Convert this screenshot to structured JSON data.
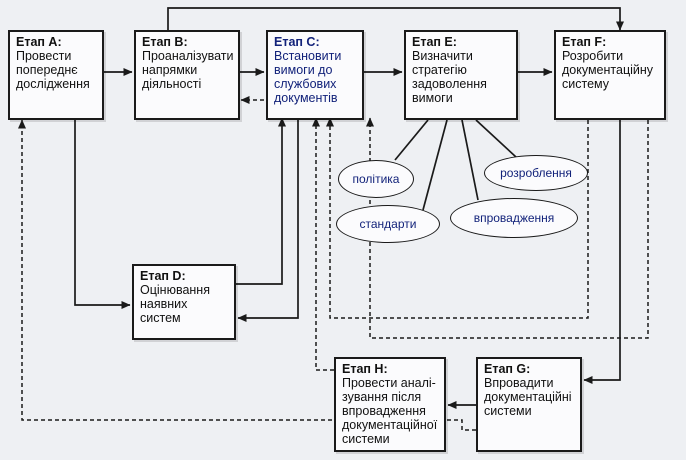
{
  "stages": {
    "a": {
      "title": "Етап А:",
      "desc": "Провести\nпопереднє\nдослідження"
    },
    "b": {
      "title": "Етап В:",
      "desc": "Проаналізувати\nнапрямки\nдіяльності"
    },
    "c": {
      "title": "Етап С:",
      "desc": "Встановити\nвимоги до\nслужбових\nдокументів"
    },
    "d": {
      "title": "Етап D:",
      "desc": "Оцінювання\nнаявних\nсистем"
    },
    "e": {
      "title": "Етап Е:",
      "desc": "Визначити\nстратегію\nзадоволення\nвимоги"
    },
    "f": {
      "title": "Етап F:",
      "desc": "Розробити\nдокументаційну\nсистему"
    },
    "g": {
      "title": "Етап G:",
      "desc": "Впровадити\nдокументаційні\nсистеми"
    },
    "h": {
      "title": "Етап Н:",
      "desc": "Провести аналі-\nзування після\nвпровадження\nдокументаційної\nсистеми"
    }
  },
  "strategies": [
    "політика",
    "розроблення",
    "стандарти",
    "впровадження"
  ],
  "colors": {
    "line": "#1a1a1a",
    "text_blue": "#12227a"
  }
}
